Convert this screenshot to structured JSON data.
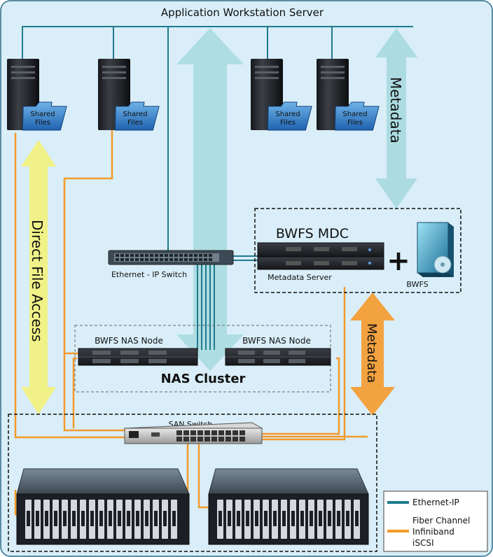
{
  "title": "Application Workstation Server",
  "shared_files_label": [
    "Shared",
    "Files"
  ],
  "switches": {
    "ethernet": "Ethernet - IP Switch",
    "san": "SAN Switch"
  },
  "mdc": {
    "title": "BWFS MDC",
    "server_label": "Metadata Server",
    "plus": "+",
    "software_label": "BWFS"
  },
  "nas": {
    "node_label": "BWFS NAS Node",
    "cluster_label": "NAS Cluster"
  },
  "arrows": {
    "metadata_top": "Metadata",
    "metadata_right": "Metadata",
    "direct_access": "Direct File Access"
  },
  "legend": {
    "ethernet": "Ethernet-IP",
    "fiber": [
      "Fiber Channel",
      "Infiniband",
      "iSCSI"
    ]
  },
  "colors": {
    "background": "#d9eef8",
    "ethernet": "#1f7a8c",
    "fiber": "#f39a2b",
    "metadata_arrow": "#a6d9df",
    "mdc_arrow": "#f3a240",
    "direct_arrow": "#f2f27a"
  }
}
